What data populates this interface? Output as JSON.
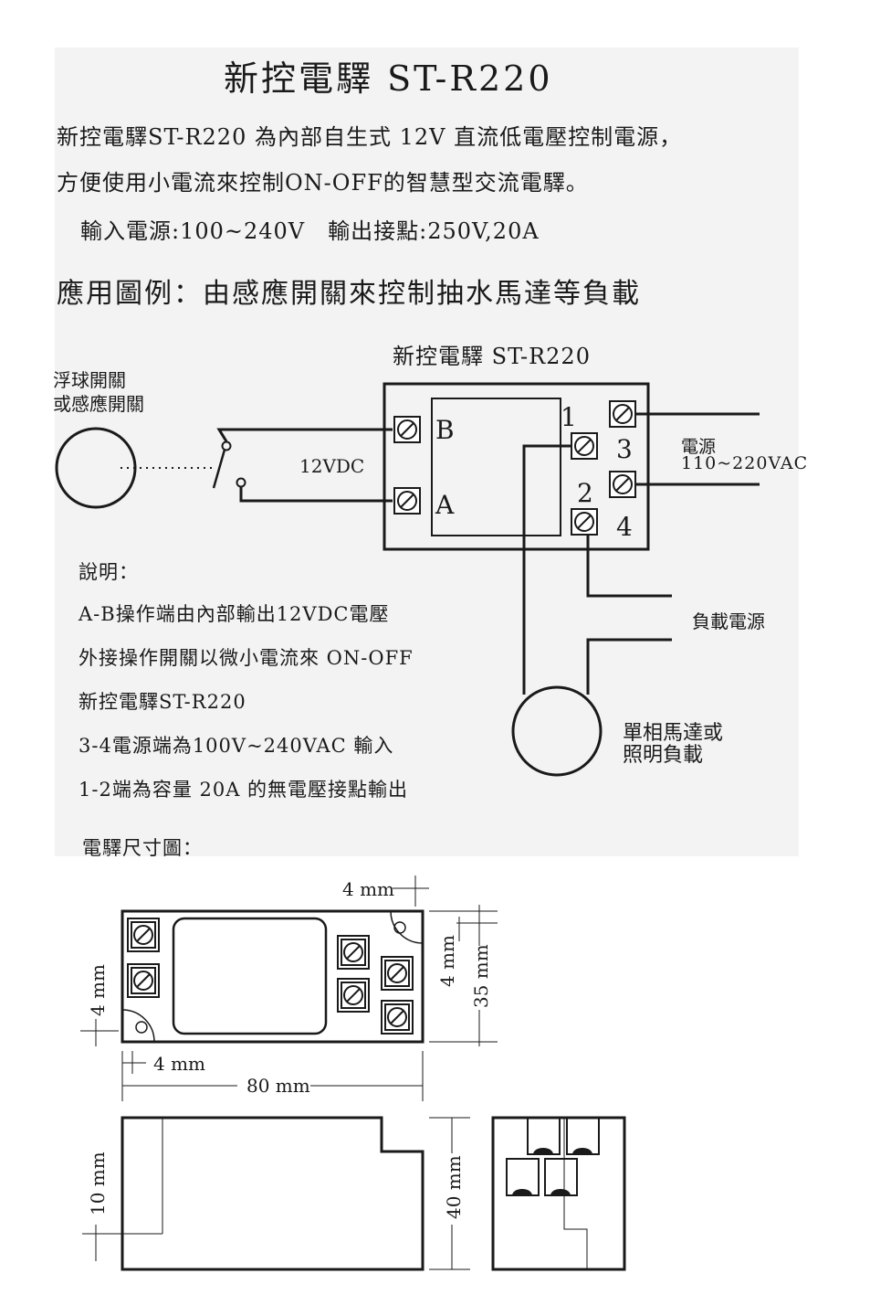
{
  "header": {
    "title": "新控電驛 ST-R220",
    "intro_line1": "新控電驛ST-R220 為內部自生式 12V 直流低電壓控制電源，",
    "intro_line2": "方便使用小電流來控制ON-OFF的智慧型交流電驛。",
    "specs": "輸入電源:100~240V　輸出接點:250V,20A",
    "application_title": "應用圖例：由感應開關來控制抽水馬達等負載"
  },
  "diagram": {
    "relay_label": "新控電驛 ST-R220",
    "float_switch_label_1": "浮球開關",
    "float_switch_label_2": "或感應開關",
    "dc_label": "12VDC",
    "terminal_b": "B",
    "terminal_a": "A",
    "terminal_1": "1",
    "terminal_2": "2",
    "terminal_3": "3",
    "terminal_4": "4",
    "power_label_1": "電源",
    "power_label_2": "110~220VAC",
    "load_power_label": "負載電源",
    "motor_label_1": "單相馬達或",
    "motor_label_2": "照明負載"
  },
  "notes": {
    "heading": "說明：",
    "items": [
      "A-B操作端由內部輸出12VDC電壓",
      "外接操作開關以微小電流來 ON-OFF",
      "新控電驛ST-R220",
      "3-4電源端為100V~240VAC 輸入",
      "1-2端為容量 20A 的無電壓接點輸出"
    ]
  },
  "dimensions": {
    "heading": "電驛尺寸圖：",
    "top_margin": "4 mm",
    "right_margin": "4 mm",
    "height": "35 mm",
    "left_margin": "4 mm",
    "bottom_margin": "4 mm",
    "width": "80 mm",
    "side_step": "10 mm",
    "side_height": "40 mm"
  }
}
